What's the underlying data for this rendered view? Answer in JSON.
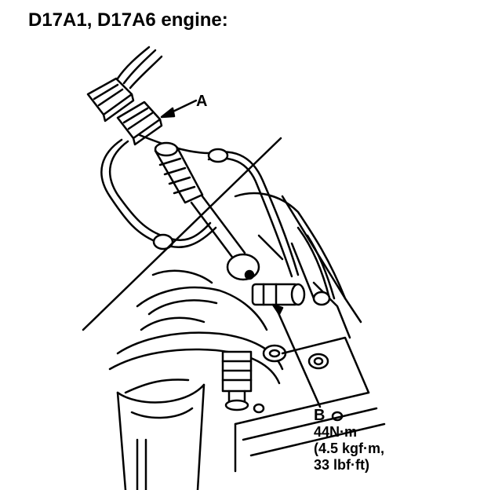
{
  "title": "D17A1, D17A6 engine:",
  "callouts": {
    "a": "A",
    "b": "B"
  },
  "torque": {
    "line1": "44N·m",
    "line2": "(4.5 kgf·m,",
    "line3": "33 lbf·ft)"
  }
}
